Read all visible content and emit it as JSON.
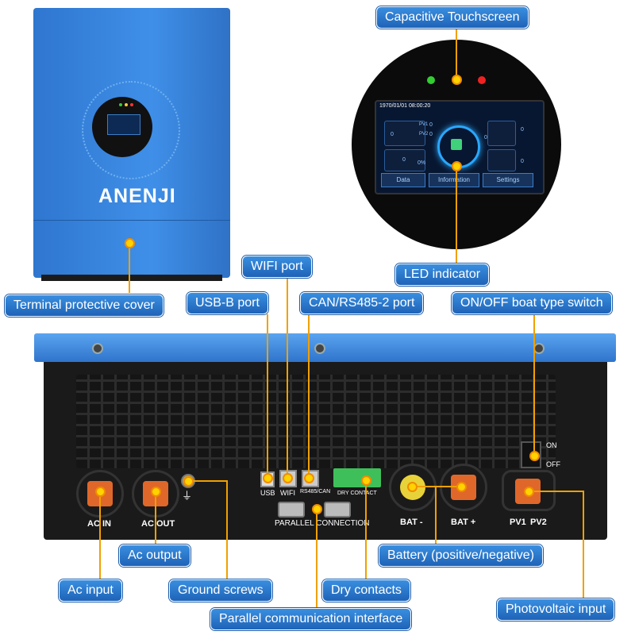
{
  "brand": "ANENJI",
  "colors": {
    "callout": "#2a78d2",
    "leader": "#f0a000",
    "device_blue": "#3a86e0",
    "panel": "#1a1a1a"
  },
  "screen": {
    "datetime": "1970/01/01 08:00:20",
    "readouts": [
      "0",
      "0",
      "0",
      "0",
      "0%",
      "0",
      "0",
      "0"
    ],
    "pv_labels": [
      "PV1",
      "PV2"
    ],
    "buttons": [
      "Data",
      "Information",
      "Settings"
    ]
  },
  "callouts": {
    "capacitive_touchscreen": "Capacitive Touchscreen",
    "led_indicator": "LED indicator",
    "terminal_cover": "Terminal protective cover",
    "wifi_port": "WIFI port",
    "usb_b_port": "USB-B port",
    "can_rs485_port": "CAN/RS485-2 port",
    "onoff_switch": "ON/OFF boat type switch",
    "ac_output": "Ac output",
    "ac_input": "Ac input",
    "ground_screws": "Ground screws",
    "battery": "Battery (positive/negative)",
    "dry_contacts": "Dry contacts",
    "parallel_interface": "Parallel communication interface",
    "pv_input": "Photovoltaic input"
  },
  "panel_labels": {
    "ac_in": "AC IN",
    "ac_out": "AC OUT",
    "usb": "USB",
    "wifi": "WIFI",
    "rs485": "RS485/CAN",
    "dry_contact": "DRY CONTACT",
    "parallel": "PARALLEL  CONNECTION",
    "bat_neg": "BAT -",
    "bat_pos": "BAT +",
    "pv1": "PV1",
    "pv2": "PV2",
    "on": "ON",
    "off": "OFF",
    "ground_symbol": "⏚"
  }
}
